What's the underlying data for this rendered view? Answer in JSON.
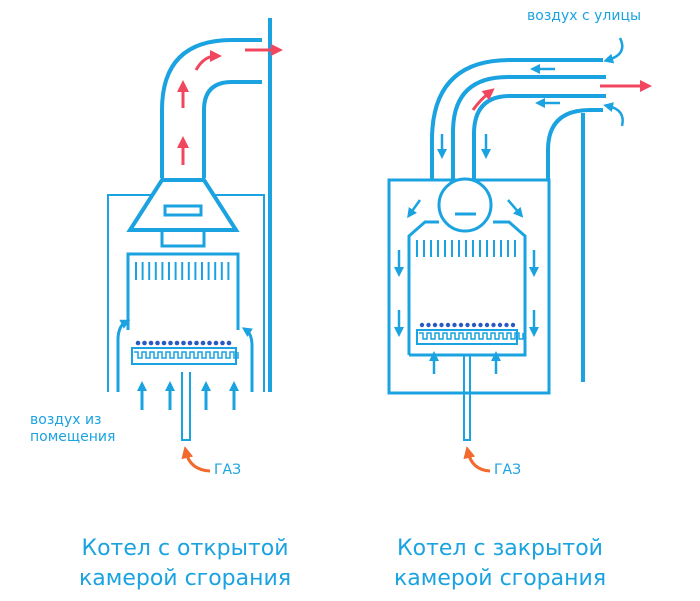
{
  "colors": {
    "structure": "#1aa3e0",
    "hot_flow": "#f0475e",
    "gas": "#f26a2e",
    "flame": "#2b59c3"
  },
  "left_boiler": {
    "air_label_line1": "воздух из",
    "air_label_line2": "помещения",
    "gas_label": "ГАЗ",
    "caption_line1": "Котел с открытой",
    "caption_line2": "камерой сгорания"
  },
  "right_boiler": {
    "air_label": "воздух с улицы",
    "gas_label": "ГАЗ",
    "caption_line1": "Котел с закрытой",
    "caption_line2": "камерой сгорания"
  }
}
